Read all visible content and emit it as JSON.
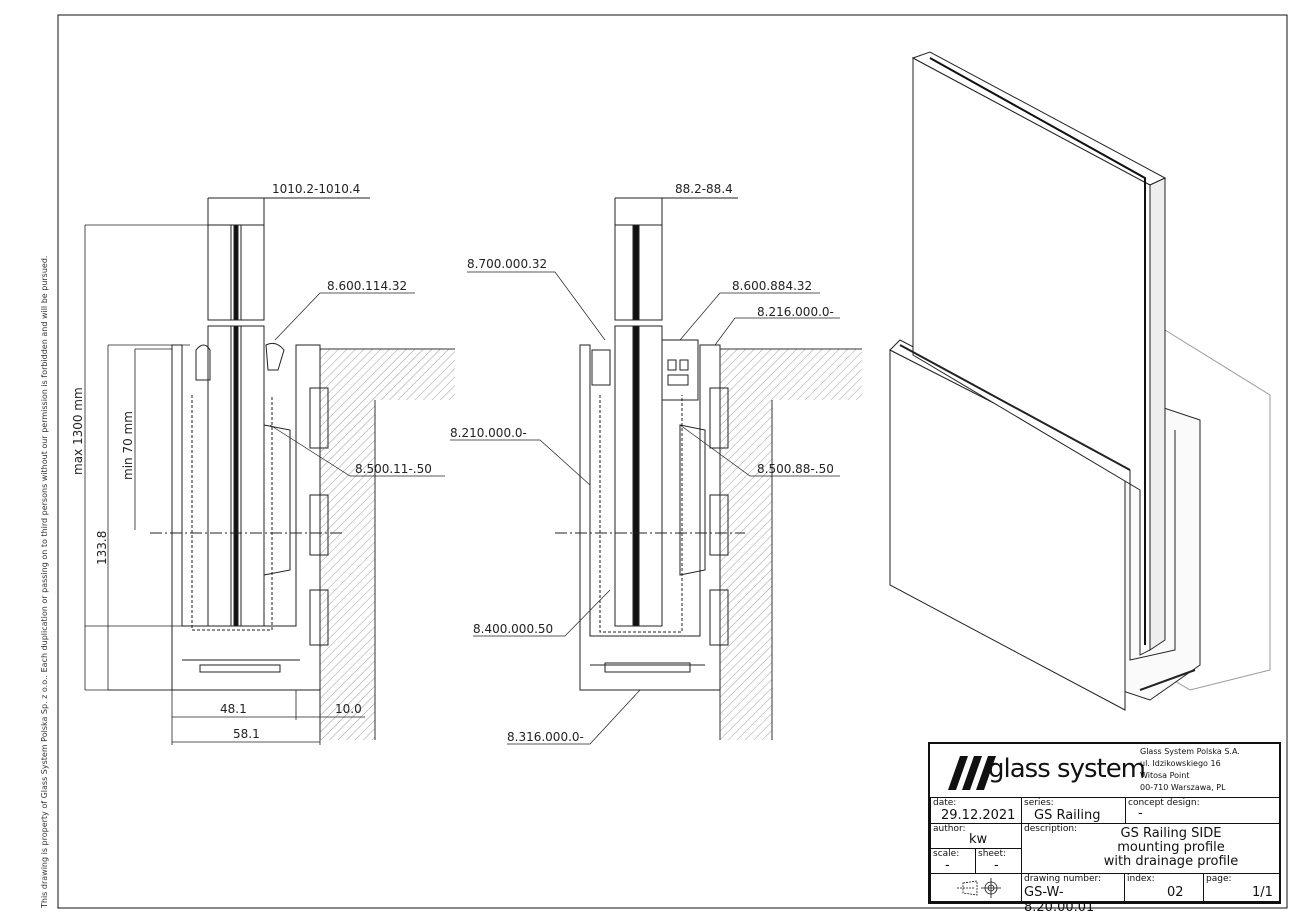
{
  "notice": "This drawing is property of Glass System Polska Sp. z o.o.. Each duplication or passing on to third persons without our permission is forbidden and will be pursued.",
  "left_view": {
    "glass_width": "1010.2-1010.4",
    "part_top_gasket": "8.600.114.32",
    "part_wedge": "8.500.11-.50",
    "dim_max_height": "max 1300 mm",
    "dim_min_embed": "min 70 mm",
    "dim_height": "133.8",
    "dim_width_inner": "48.1",
    "dim_width_outer": "58.1",
    "dim_offset": "10.0"
  },
  "middle_view": {
    "glass_width": "88.2-88.4",
    "part_inner_gasket": "8.700.000.32",
    "part_outer_gasket": "8.600.884.32",
    "part_cover": "8.216.000.0-",
    "part_profile": "8.210.000.0-",
    "part_wedge": "8.500.88-.50",
    "part_base": "8.400.000.50",
    "part_drainage": "8.316.000.0-"
  },
  "title_block": {
    "logo_text": "glass system",
    "company": [
      "Glass System Polska S.A.",
      "ul. Idzikowskiego 16",
      "Witosa Point",
      "00-710 Warszawa, PL"
    ],
    "date_label": "date:",
    "date": "29.12.2021",
    "series_label": "series:",
    "series": "GS Railing",
    "concept_label": "concept design:",
    "concept": "-",
    "author_label": "author:",
    "author": "kw",
    "description_label": "description:",
    "description": [
      "GS Railing SIDE",
      "mounting profile",
      "with drainage profile"
    ],
    "scale_label": "scale:",
    "scale": "-",
    "sheet_label": "sheet:",
    "sheet": "-",
    "drawing_number_label": "drawing number:",
    "drawing_number": "GS-W-8.20.00.01",
    "index_label": "index:",
    "index": "02",
    "page_label": "page:",
    "page": "1/1"
  }
}
